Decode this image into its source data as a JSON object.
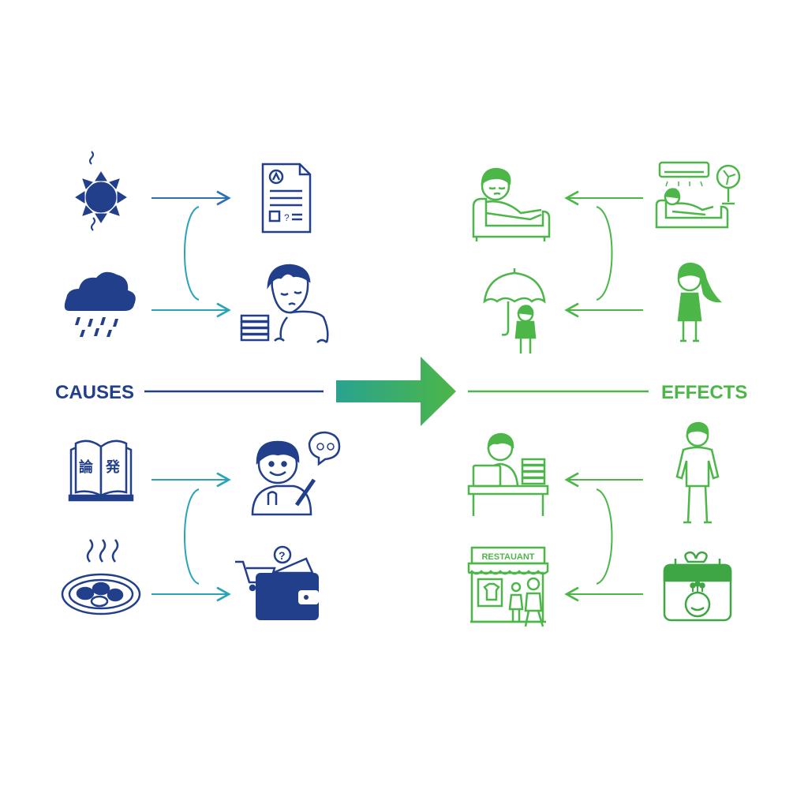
{
  "labels": {
    "causes": "CAUSES",
    "effects": "EFFECTS"
  },
  "sign_text": "RESTAUANT",
  "colors": {
    "navy": "#223f8c",
    "teal": "#2aa3b8",
    "blue_arrow": "#2f6fb3",
    "green": "#4cb648",
    "green_dark": "#3ea744",
    "gradient_start": "#2aa38f",
    "gradient_end": "#4cb648"
  },
  "icons": {
    "causes": [
      "sun-icon",
      "rain-cloud-icon",
      "open-book-icon",
      "hot-food-plate-icon"
    ],
    "cause_results": [
      "document-icon",
      "tired-student-icon",
      "idea-student-icon",
      "wallet-cart-icon"
    ],
    "effects": [
      "person-on-couch-icon",
      "child-with-umbrella-icon",
      "person-at-desk-icon",
      "restaurant-storefront-icon"
    ],
    "effect_sources": [
      "air-conditioner-couch-icon",
      "girl-standing-icon",
      "man-standing-icon",
      "calendar-icon"
    ]
  }
}
